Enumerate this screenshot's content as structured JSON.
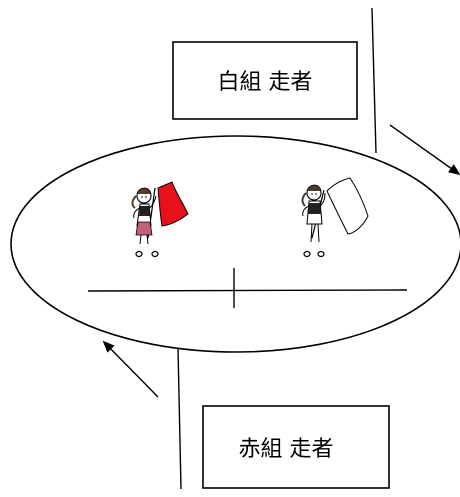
{
  "labels": {
    "white_team_runner": "白組 走者",
    "red_team_runner": "赤組 走者"
  },
  "colors": {
    "line": "#000000",
    "red_flag": "#e8101a",
    "white_flag": "#ffffff",
    "background": "#ffffff"
  },
  "figures": {
    "left_figure_flag": "red",
    "right_figure_flag": "white"
  },
  "icons": {
    "direction_arrow_top_right": "arrow-down-right-icon",
    "direction_arrow_bottom_left": "arrow-up-left-icon"
  }
}
